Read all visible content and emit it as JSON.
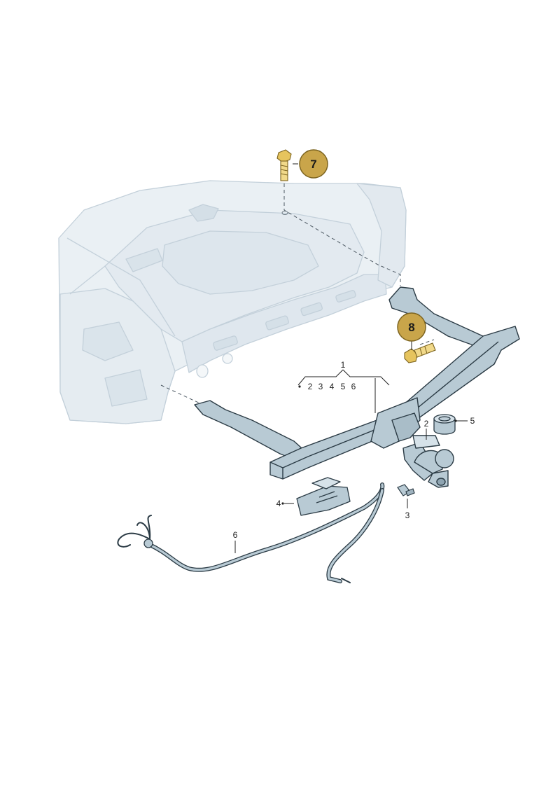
{
  "diagram": {
    "callouts": {
      "c1": "1",
      "c2": "2",
      "c3": "3",
      "c4": "4",
      "c5": "5",
      "c6": "6",
      "c7": "7",
      "c8": "8",
      "group": [
        "2",
        "3",
        "4",
        "5",
        "6"
      ]
    },
    "colors": {
      "body_fill": "#e9eff3",
      "body_line": "#c3d0da",
      "part_fill": "#b7c9d3",
      "part_line": "#2b3b45",
      "badge_fill": "#c9a54a",
      "badge_stroke": "#7c6420",
      "bolt_fill": "#e3c25f"
    }
  }
}
